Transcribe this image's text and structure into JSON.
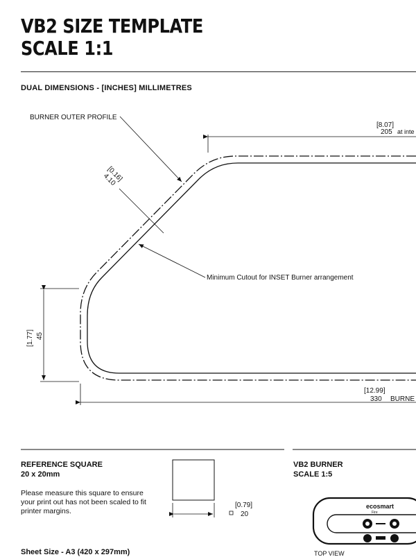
{
  "header": {
    "title_line1": "VB2 SIZE TEMPLATE",
    "title_line2": "SCALE 1:1",
    "subtitle": "DUAL DIMENSIONS - [INCHES] MILLIMETRES"
  },
  "drawing": {
    "outer_profile_label": "BURNER OUTER PROFILE",
    "cutout_label": "Minimum Cutout for INSET Burner arrangement",
    "dim_top_inches": "[8.07]",
    "dim_top_mm": "205",
    "dim_top_note": "at inte",
    "dim_offset_inches": "[0.16]",
    "dim_offset_mm": "4.10",
    "dim_left_inches": "[1.77]",
    "dim_left_mm": "45",
    "dim_bottom_inches": "[12.99]",
    "dim_bottom_mm": "330",
    "dim_bottom_note": "BURNE"
  },
  "reference": {
    "title": "REFERENCE SQUARE",
    "size": "20 x 20mm",
    "instructions": "Please measure this square to ensure your print out has not been scaled to fit printer margins.",
    "dim_inches": "[0.79]",
    "dim_mm": "20",
    "sheet_size": "Sheet Size - A3 (420 x 297mm)"
  },
  "burner": {
    "title": "VB2 BURNER",
    "scale": "SCALE 1:5",
    "brand": "ecosmart",
    "sub_brand": "Fire",
    "view_label": "TOP VIEW"
  }
}
